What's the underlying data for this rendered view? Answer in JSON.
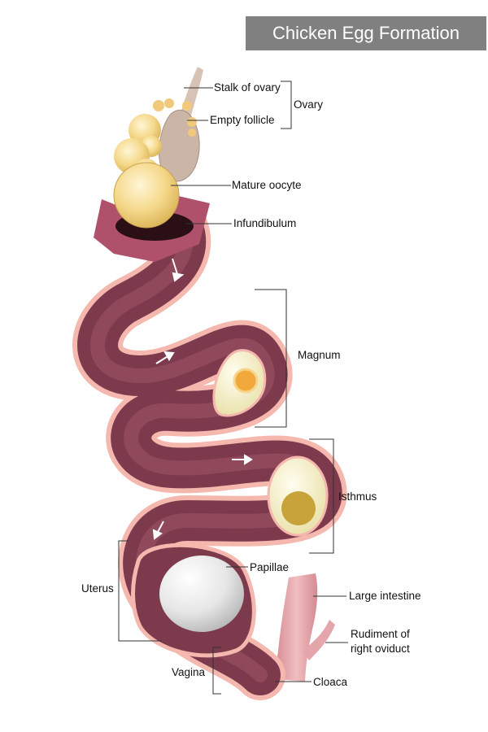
{
  "title": "Chicken Egg Formation",
  "labels": {
    "stalk_of_ovary": "Stalk of ovary",
    "empty_follicle": "Empty follicle",
    "ovary": "Ovary",
    "mature_oocyte": "Mature oocyte",
    "infundibulum": "Infundibulum",
    "magnum": "Magnum",
    "isthmus": "Isthmus",
    "papillae": "Papillae",
    "uterus": "Uterus",
    "large_intestine": "Large intestine",
    "rudiment_line1": "Rudiment of",
    "rudiment_line2": "right oviduct",
    "vagina": "Vagina",
    "cloaca": "Cloaca"
  },
  "colors": {
    "oviduct_outer": "#f4b8ae",
    "oviduct_inner": "#7d3a4d",
    "yolk": "#f2d58a",
    "intestine": "#e4a6aa",
    "title_bg": "#808080"
  }
}
